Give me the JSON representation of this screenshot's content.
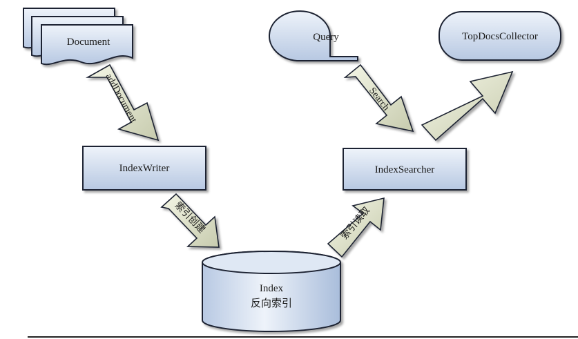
{
  "nodes": {
    "document": "Document",
    "query": "Query",
    "top_docs_collector": "TopDocsCollector",
    "index_writer": "IndexWriter",
    "index_searcher": "IndexSearcher",
    "index_line1": "Index",
    "index_line2": "反向索引"
  },
  "arrows": {
    "add_document": "addDocument",
    "search": "Search",
    "index_create": "索引创建",
    "index_read": "索引读取"
  },
  "colors": {
    "node_fill_top": "#eef3fa",
    "node_fill_bottom": "#b7c8e2",
    "arrow_fill_top": "#f4f6e6",
    "arrow_fill_bottom": "#c7cbae",
    "outline": "#1c2230"
  }
}
